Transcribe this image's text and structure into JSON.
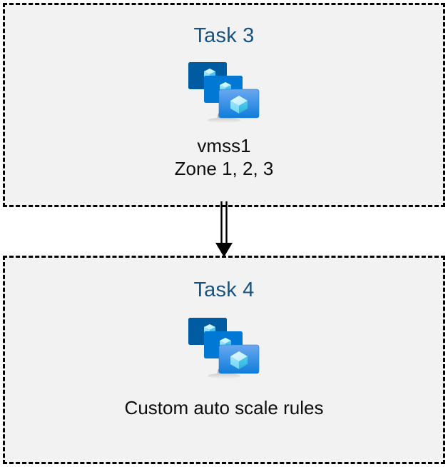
{
  "diagram": {
    "background_color": "#ffffff",
    "box_fill_color": "#f2f2f2",
    "box_border_color": "#000000",
    "title_color": "#19537f",
    "caption_color": "#0d0d0d",
    "connector_color": "#000000",
    "icon_colors": {
      "monitor_back": "#005ba1",
      "monitor_middle": "#0078d4",
      "monitor_front_top": "#5ea0ef",
      "monitor_front_bottom": "#0f7ddb",
      "cube_light": "#c3f1ff",
      "cube_mid": "#9cebff",
      "cube_dark": "#32bedd",
      "stand": "#a3a3a3"
    }
  },
  "boxes": [
    {
      "id": "task-3",
      "title": "Task 3",
      "icon": "vmss-scale-set-icon",
      "caption": "vmss1\nZone 1, 2, 3"
    },
    {
      "id": "task-4",
      "title": "Task 4",
      "icon": "vmss-scale-set-icon",
      "caption": "Custom auto scale rules"
    }
  ],
  "connector": {
    "name": "double-line-arrow-down",
    "from": "task-3",
    "to": "task-4",
    "direction": "down"
  }
}
